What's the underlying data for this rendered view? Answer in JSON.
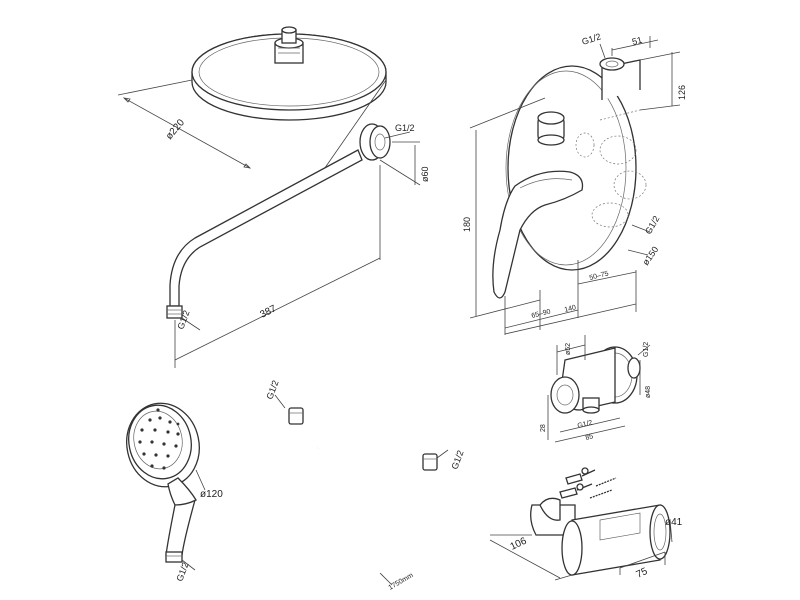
{
  "labels": {
    "head_diameter": "ø220",
    "arm_thread": "G1/2",
    "arm_flange": "ø60",
    "arm_length": "387",
    "arm_bottom_thread": "G1/2",
    "mixer_top_thread": "G1/2",
    "mixer_depth": "51",
    "mixer_offset": "126",
    "mixer_height": "180",
    "mixer_side_thread": "G1/2",
    "mixer_plate": "ø150",
    "mixer_w1": "65–90",
    "mixer_w2": "140",
    "mixer_w3": "50–75",
    "outlet_d1": "ø52",
    "outlet_thread": "G1/2",
    "outlet_h": "ø48",
    "outlet_d2": "28",
    "outlet_d3": "G1/2",
    "outlet_d4": "85",
    "hand_diameter": "ø120",
    "hand_thread": "G1/2",
    "hose_thread_top": "G1/2",
    "hose_thread_right": "G1/2",
    "hose_length": "1750mm",
    "holder_length": "106",
    "holder_diameter": "ø41",
    "holder_width": "75"
  }
}
